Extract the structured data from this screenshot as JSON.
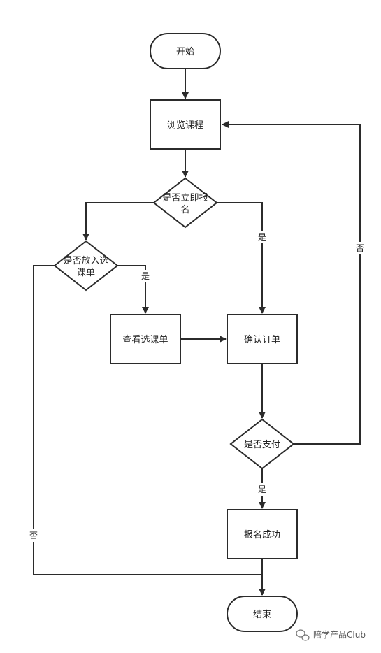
{
  "nodes": {
    "start": "开始",
    "browse": "浏览课程",
    "decide_enroll_line1": "是否立即报",
    "decide_enroll_line2": "名",
    "decide_cart_line1": "是否放入选",
    "decide_cart_line2": "课单",
    "view_cart": "查看选课单",
    "confirm_order": "确认订单",
    "decide_pay": "是否支付",
    "enroll_success": "报名成功",
    "end": "结束"
  },
  "edges": {
    "enroll_yes": "是",
    "cart_yes": "是",
    "cart_no": "否",
    "pay_yes": "是",
    "pay_no": "否"
  },
  "watermark": "陪学产品Club",
  "colors": {
    "stroke": "#2b2b2b",
    "background": "#ffffff"
  }
}
